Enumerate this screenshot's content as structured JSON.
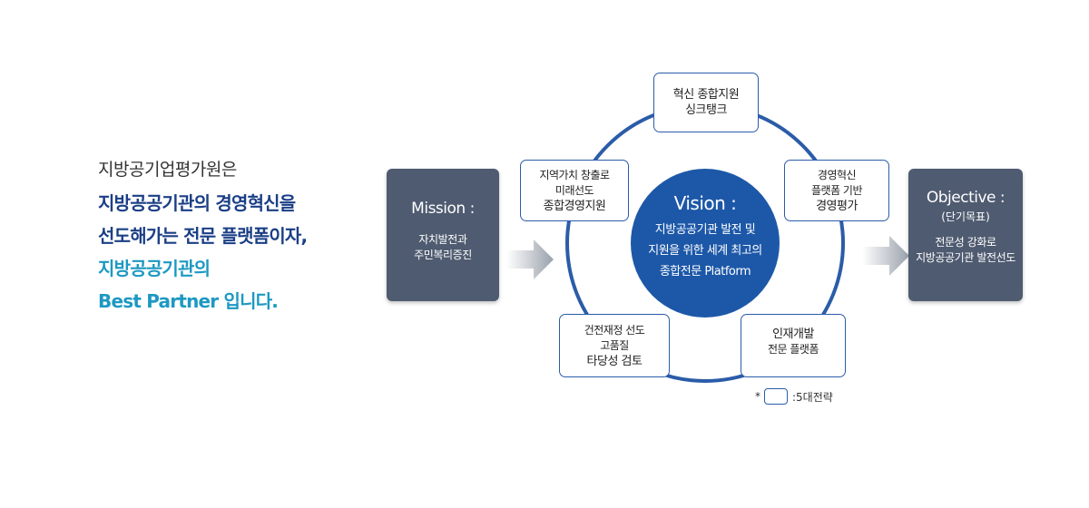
{
  "intro": {
    "lead": "지방공기업평가원은",
    "line1": "지방공공기관의 경영혁신을",
    "line2": "선도해가는 전문 플랫폼이자,",
    "line3": "지방공공기관의",
    "line4": "Best Partner 입니다."
  },
  "mission": {
    "title": "Mission :",
    "body": [
      "자치발전과",
      "주민복리증진"
    ]
  },
  "vision": {
    "title": "Vision :",
    "body": [
      "지방공공기관 발전 및",
      "지원을 위한 세계 최고의",
      "종합전문 Platform"
    ]
  },
  "objective": {
    "title": "Objective :",
    "subtitle": "(단기목표)",
    "body": [
      "전문성 강화로",
      "지방공공기관 발전선도"
    ]
  },
  "strategies": [
    {
      "lines": [
        "혁신 종합지원",
        "싱크탱크"
      ]
    },
    {
      "lines": [
        "지역가치 창출로",
        "미래선도",
        "종합경영지원"
      ]
    },
    {
      "lines": [
        "경영혁신",
        "플랫폼 기반",
        "경영평가"
      ]
    },
    {
      "lines": [
        "건전재정 선도",
        "고품질",
        "타당성 검토"
      ]
    },
    {
      "lines": [
        "인재개발",
        "전문 플랫폼"
      ]
    }
  ],
  "legend": {
    "marker": "*",
    "label": ":5대전략"
  },
  "colors": {
    "navy": "#1b3f86",
    "teal": "#1d99c2",
    "box_gray": "#4f5b70",
    "vision_blue": "#1d58a8",
    "ring_blue": "#2b5ca8"
  }
}
